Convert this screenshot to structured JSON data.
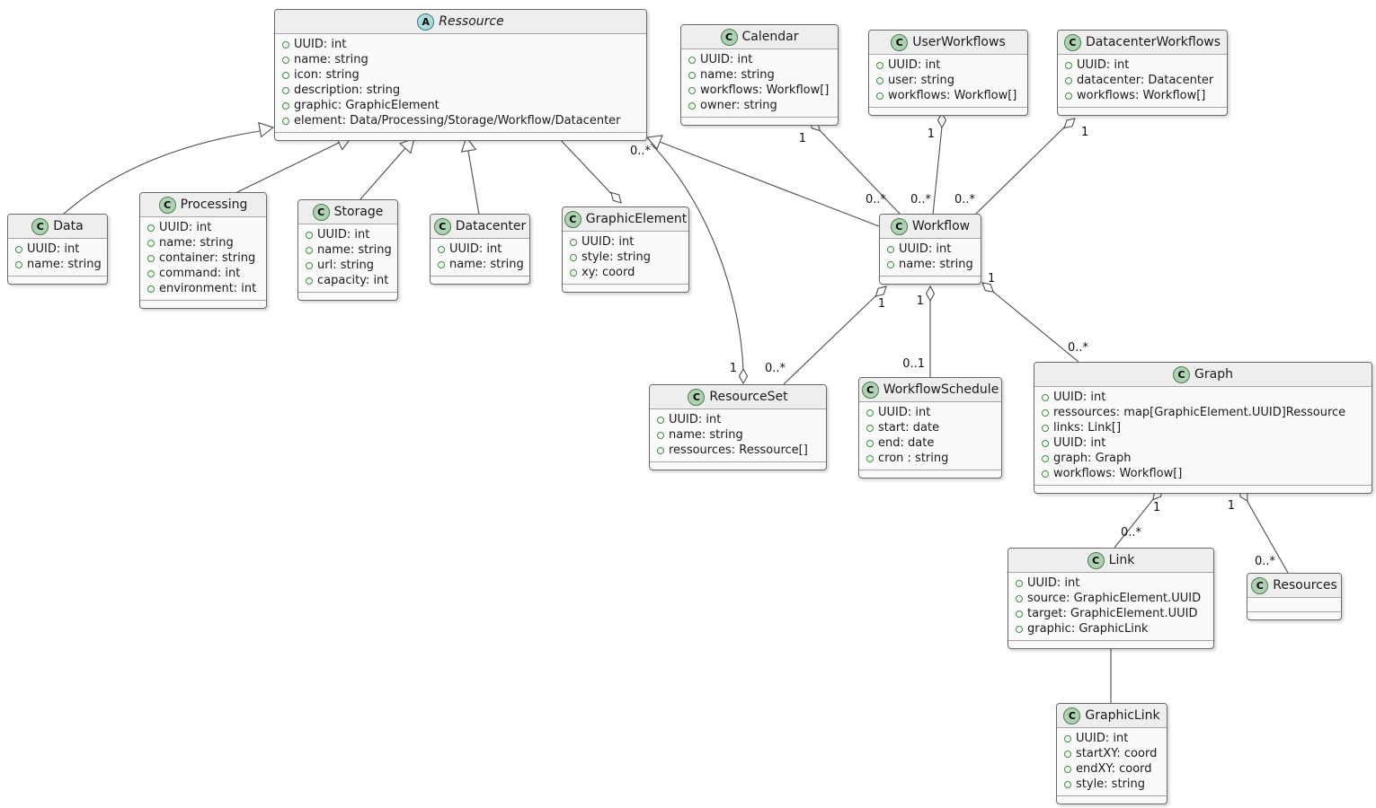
{
  "diagram": {
    "colors": {
      "class_badge_fill": "#ADD1B2",
      "abstract_badge_fill": "#A9DCDF",
      "attribute_bullet": "#3d8e3d",
      "box_header": "#eeeeee",
      "box_body": "#fafafa",
      "box_border": "#696969",
      "edge_line": "#4d4d4d"
    },
    "classes": [
      {
        "id": "ressource",
        "name": "Ressource",
        "stereotype": "abstract",
        "badge": "A",
        "attributes": [
          "UUID: int",
          "name: string",
          "icon: string",
          "description: string",
          "graphic: GraphicElement",
          "element: Data/Processing/Storage/Workflow/Datacenter"
        ]
      },
      {
        "id": "calendar",
        "name": "Calendar",
        "stereotype": "class",
        "badge": "C",
        "attributes": [
          "UUID: int",
          "name: string",
          "workflows: Workflow[]",
          "owner: string"
        ]
      },
      {
        "id": "userworkflows",
        "name": "UserWorkflows",
        "stereotype": "class",
        "badge": "C",
        "attributes": [
          "UUID: int",
          "user: string",
          "workflows: Workflow[]"
        ]
      },
      {
        "id": "datacenterworkflows",
        "name": "DatacenterWorkflows",
        "stereotype": "class",
        "badge": "C",
        "attributes": [
          "UUID: int",
          "datacenter: Datacenter",
          "workflows: Workflow[]"
        ]
      },
      {
        "id": "data",
        "name": "Data",
        "stereotype": "class",
        "badge": "C",
        "attributes": [
          "UUID: int",
          "name: string"
        ]
      },
      {
        "id": "processing",
        "name": "Processing",
        "stereotype": "class",
        "badge": "C",
        "attributes": [
          "UUID: int",
          "name: string",
          "container: string",
          "command: int",
          "environment: int"
        ]
      },
      {
        "id": "storage",
        "name": "Storage",
        "stereotype": "class",
        "badge": "C",
        "attributes": [
          "UUID: int",
          "name: string",
          "url: string",
          "capacity: int"
        ]
      },
      {
        "id": "datacenter",
        "name": "Datacenter",
        "stereotype": "class",
        "badge": "C",
        "attributes": [
          "UUID: int",
          "name: string"
        ]
      },
      {
        "id": "graphicelement",
        "name": "GraphicElement",
        "stereotype": "class",
        "badge": "C",
        "attributes": [
          "UUID: int",
          "style: string",
          "xy: coord"
        ]
      },
      {
        "id": "workflow",
        "name": "Workflow",
        "stereotype": "class",
        "badge": "C",
        "attributes": [
          "UUID: int",
          "name: string"
        ]
      },
      {
        "id": "resourceset",
        "name": "ResourceSet",
        "stereotype": "class",
        "badge": "C",
        "attributes": [
          "UUID: int",
          "name: string",
          "ressources: Ressource[]"
        ]
      },
      {
        "id": "workflowschedule",
        "name": "WorkflowSchedule",
        "stereotype": "class",
        "badge": "C",
        "attributes": [
          "UUID: int",
          "start: date",
          "end: date",
          "cron : string"
        ]
      },
      {
        "id": "graph",
        "name": "Graph",
        "stereotype": "class",
        "badge": "C",
        "attributes": [
          "UUID: int",
          "ressources: map[GraphicElement.UUID]Ressource",
          "links: Link[]",
          "UUID: int",
          "graph: Graph",
          "workflows: Workflow[]"
        ]
      },
      {
        "id": "link",
        "name": "Link",
        "stereotype": "class",
        "badge": "C",
        "attributes": [
          "UUID: int",
          "source: GraphicElement.UUID",
          "target: GraphicElement.UUID",
          "graphic: GraphicLink"
        ]
      },
      {
        "id": "resources",
        "name": "Resources",
        "stereotype": "class",
        "badge": "C",
        "attributes": []
      },
      {
        "id": "graphiclink",
        "name": "GraphicLink",
        "stereotype": "class",
        "badge": "C",
        "attributes": [
          "UUID: int",
          "startXY: coord",
          "endXY: coord",
          "style: string"
        ]
      }
    ],
    "edges": [
      {
        "id": "data-ressource",
        "from": "Data",
        "to": "Ressource",
        "type": "generalization",
        "from_label": "",
        "to_label": ""
      },
      {
        "id": "processing-ressource",
        "from": "Processing",
        "to": "Ressource",
        "type": "generalization",
        "from_label": "",
        "to_label": ""
      },
      {
        "id": "storage-ressource",
        "from": "Storage",
        "to": "Ressource",
        "type": "generalization",
        "from_label": "",
        "to_label": ""
      },
      {
        "id": "datacenter-ressource",
        "from": "Datacenter",
        "to": "Ressource",
        "type": "generalization",
        "from_label": "",
        "to_label": ""
      },
      {
        "id": "workflow-ressource",
        "from": "Workflow",
        "to": "Ressource",
        "type": "generalization",
        "from_label": "",
        "to_label": ""
      },
      {
        "id": "graphicelement-ressource",
        "from": "GraphicElement",
        "to": "Ressource",
        "type": "aggregation",
        "from_label": "",
        "to_label": ""
      },
      {
        "id": "resourceset-ressource",
        "from": "ResourceSet",
        "to": "Ressource",
        "type": "aggregation",
        "from_label": "1",
        "to_label": "0..*"
      },
      {
        "id": "calendar-workflow",
        "from": "Calendar",
        "to": "Workflow",
        "type": "aggregation",
        "from_label": "1",
        "to_label": "0..*"
      },
      {
        "id": "userworkflows-workflow",
        "from": "UserWorkflows",
        "to": "Workflow",
        "type": "aggregation",
        "from_label": "1",
        "to_label": "0..*"
      },
      {
        "id": "datacenterworkflows-workflow",
        "from": "DatacenterWorkflows",
        "to": "Workflow",
        "type": "aggregation",
        "from_label": "1",
        "to_label": "0..*"
      },
      {
        "id": "workflow-resourceset",
        "from": "Workflow",
        "to": "ResourceSet",
        "type": "aggregation",
        "from_label": "1",
        "to_label": "0..*"
      },
      {
        "id": "workflow-workflowschedule",
        "from": "Workflow",
        "to": "WorkflowSchedule",
        "type": "aggregation",
        "from_label": "1",
        "to_label": "0..1"
      },
      {
        "id": "workflow-graph",
        "from": "Workflow",
        "to": "Graph",
        "type": "aggregation",
        "from_label": "1",
        "to_label": "0..*"
      },
      {
        "id": "graph-link",
        "from": "Graph",
        "to": "Link",
        "type": "aggregation",
        "from_label": "1",
        "to_label": "0..*"
      },
      {
        "id": "graph-resources",
        "from": "Graph",
        "to": "Resources",
        "type": "aggregation",
        "from_label": "1",
        "to_label": "0..*"
      },
      {
        "id": "link-graphiclink",
        "from": "Link",
        "to": "GraphicLink",
        "type": "association",
        "from_label": "",
        "to_label": ""
      }
    ]
  }
}
